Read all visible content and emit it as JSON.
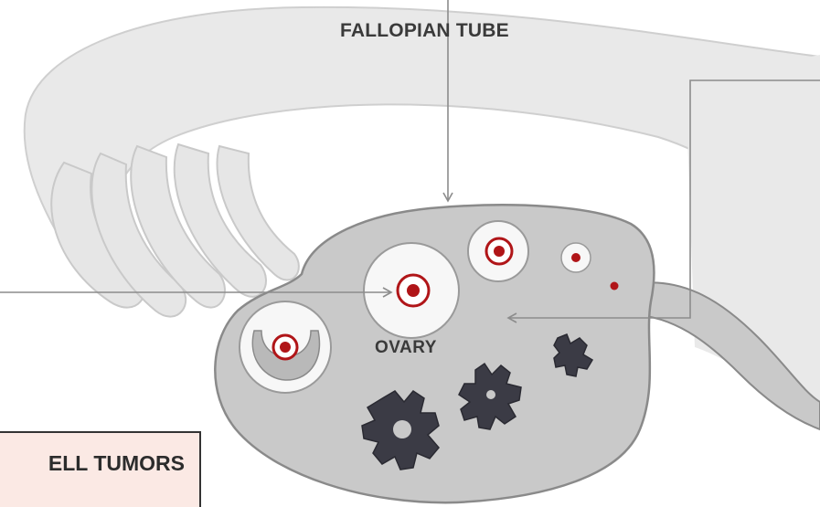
{
  "labels": {
    "fallopian_tube": "FALLOPIAN TUBE",
    "ovary": "OVARY",
    "tumor_box": "ELL TUMORS"
  },
  "colors": {
    "tube_fill": "#e9e9e9",
    "tube_stroke": "#c8c8c8",
    "ovary_fill": "#c9c9c9",
    "ovary_stroke": "#8a8a8a",
    "follicle_fill": "#f7f7f7",
    "oocyte_red": "#b01518",
    "corpus_dark": "#3b3b45",
    "arrow": "#8c8c8c",
    "tumor_box_fill": "#fbe9e4"
  }
}
